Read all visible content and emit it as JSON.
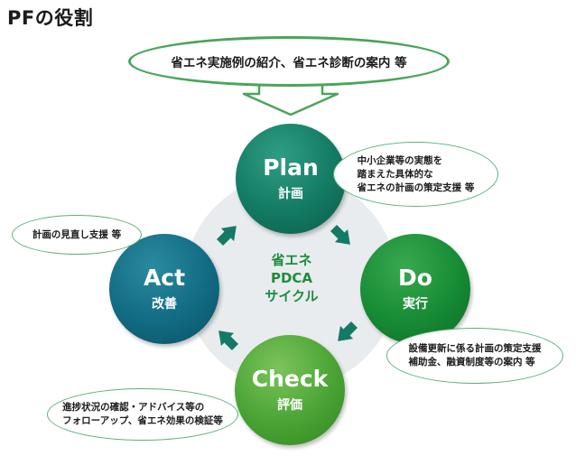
{
  "title": "PFの役割",
  "top_callout": {
    "text": "省エネ実施例の紹介、省エネ診断の案内 等"
  },
  "center": {
    "line1": "省エネ",
    "line2": "PDCA",
    "line3": "サイクル"
  },
  "nodes": {
    "plan": {
      "en": "Plan",
      "jp": "計画"
    },
    "do": {
      "en": "Do",
      "jp": "実行"
    },
    "check": {
      "en": "Check",
      "jp": "評価"
    },
    "act": {
      "en": "Act",
      "jp": "改善"
    }
  },
  "callouts": {
    "plan": {
      "lines": [
        "中小企業等の実態を",
        "踏まえた具体的な",
        "省エネの計画の策定支援 等"
      ]
    },
    "do": {
      "lines": [
        "設備更新に係る計画の策定支援",
        "補助金、融資制度等の案内 等"
      ]
    },
    "check": {
      "lines": [
        "進捗状況の確認・アドバイス等の",
        "フォローアップ、省エネ効果の検証等"
      ]
    },
    "act": {
      "lines": [
        "計画の見直し支援 等"
      ]
    }
  },
  "colors": {
    "plan": "#137a62",
    "do": "#168a34",
    "check": "#4aa334",
    "act": "#116b82",
    "arrow": "#147a66",
    "center_text": "#1e8c3c"
  }
}
